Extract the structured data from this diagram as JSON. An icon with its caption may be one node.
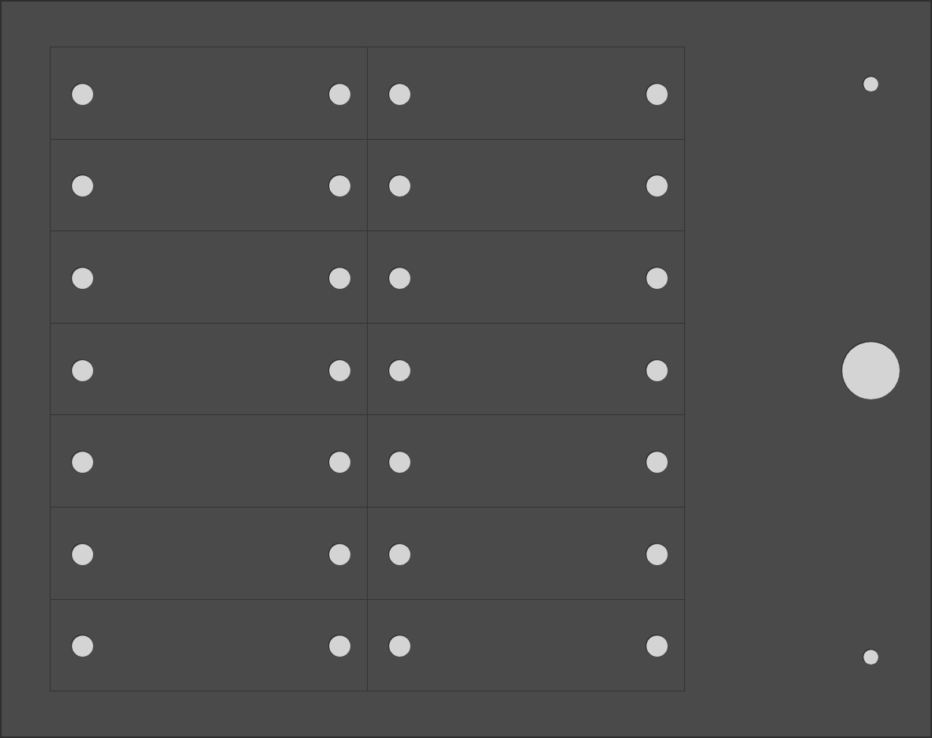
{
  "diagram": {
    "nodes": [
      {
        "text": [],
        "shape": "box"
      },
      {
        "text": [],
        "shape": "box",
        "in": 0
      },
      {
        "text": [],
        "shape": "box",
        "in": 0
      },
      {
        "text": [],
        "shape": "box",
        "in": 0
      },
      {
        "text": [],
        "shape": "box",
        "in": 0
      },
      {
        "text": [],
        "shape": "box",
        "in": 0
      },
      {
        "text": [],
        "shape": "box",
        "in": 0
      },
      {
        "text": [],
        "shape": "box",
        "in": 0
      },
      {
        "text": [],
        "shape": "box",
        "in": 0
      },
      {
        "text": [],
        "shape": "box",
        "in": 0
      },
      {
        "text": [],
        "shape": "box",
        "in": 0
      },
      {
        "text": [],
        "shape": "box",
        "in": 0
      },
      {
        "text": [],
        "shape": "box",
        "in": 0
      },
      {
        "text": [],
        "shape": "box",
        "in": 0
      },
      {
        "text": [],
        "shape": "box",
        "in": 0
      }
    ]
  }
}
